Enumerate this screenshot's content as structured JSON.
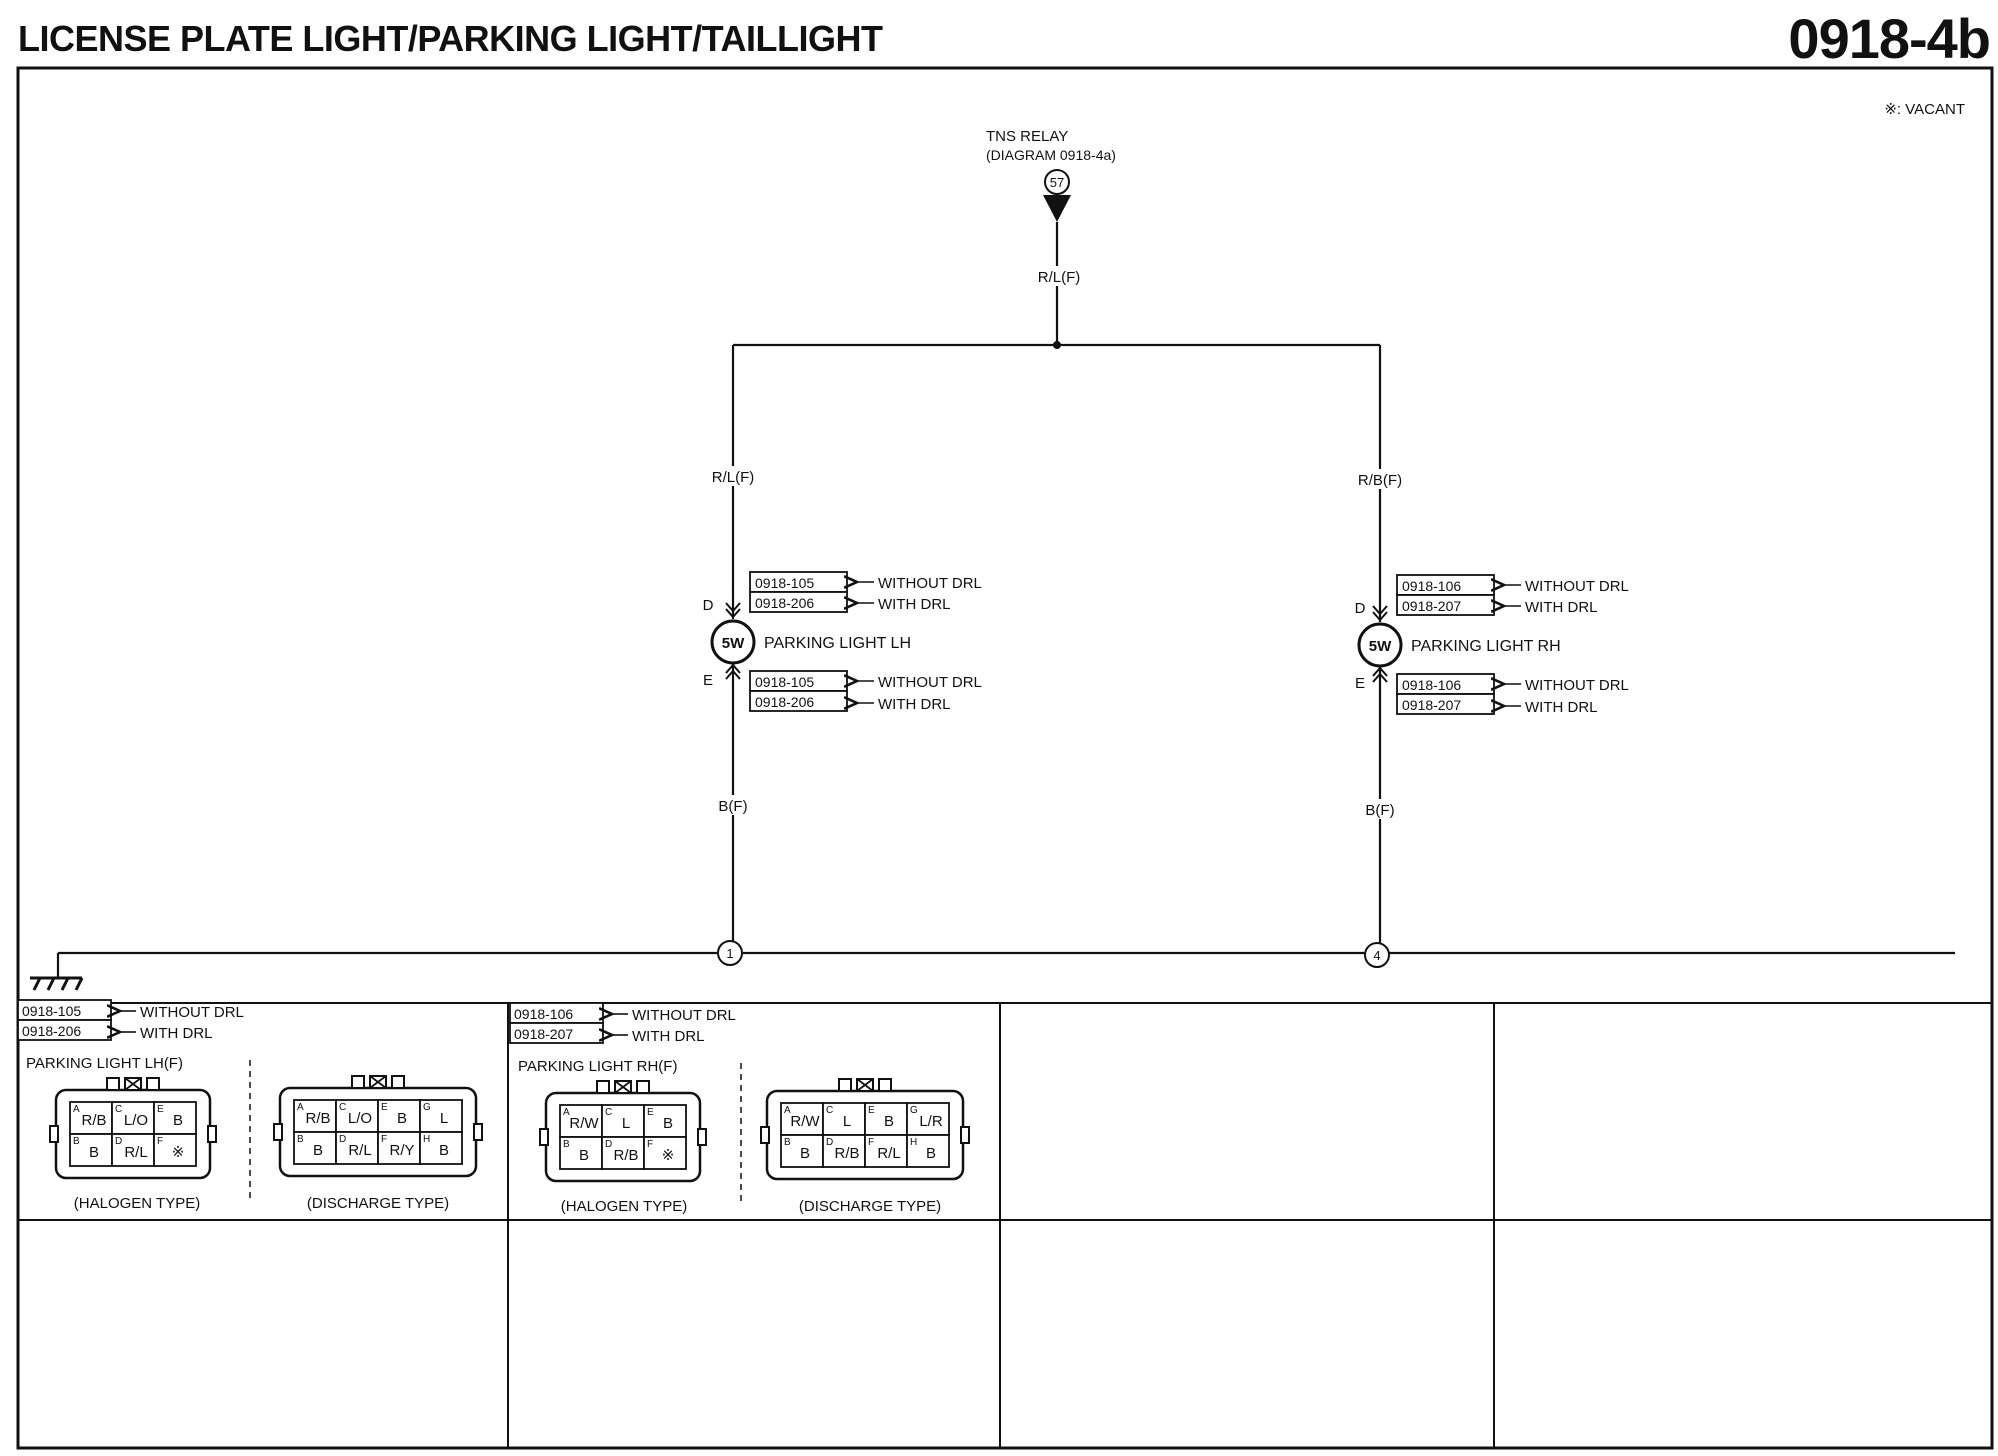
{
  "page": {
    "title": "LICENSE PLATE LIGHT/PARKING LIGHT/TAILLIGHT",
    "code": "0918-4b",
    "legend_vacant": "※: VACANT"
  },
  "relay": {
    "name": "TNS RELAY",
    "ref": "(DIAGRAM 0918-4a)",
    "terminal": "57",
    "wire": "R/L(F)"
  },
  "left": {
    "wire_top": "R/L(F)",
    "wire_bottom": "B(F)",
    "term_top": "D",
    "term_bottom": "E",
    "bulb": "5W",
    "name": "PARKING LIGHT LH",
    "ground": "1",
    "conn1": "0918-105",
    "conn2": "0918-206",
    "note1": "WITHOUT DRL",
    "note2": "WITH DRL"
  },
  "right": {
    "wire_top": "R/B(F)",
    "wire_bottom": "B(F)",
    "term_top": "D",
    "term_bottom": "E",
    "bulb": "5W",
    "name": "PARKING LIGHT RH",
    "ground": "4",
    "conn1": "0918-106",
    "conn2": "0918-207",
    "note1": "WITHOUT DRL",
    "note2": "WITH DRL"
  },
  "panel_lh": {
    "conn1": "0918-105",
    "conn2": "0918-206",
    "note1": "WITHOUT DRL",
    "note2": "WITH DRL",
    "title": "PARKING LIGHT LH(F)",
    "halogen": {
      "label": "(HALOGEN TYPE)",
      "pins": [
        {
          "letter": "A",
          "wire": "R/B"
        },
        {
          "letter": "C",
          "wire": "L/O"
        },
        {
          "letter": "E",
          "wire": "B"
        },
        {
          "letter": "B",
          "wire": "B"
        },
        {
          "letter": "D",
          "wire": "R/L"
        },
        {
          "letter": "F",
          "wire": "※"
        }
      ]
    },
    "discharge": {
      "label": "(DISCHARGE TYPE)",
      "pins": [
        {
          "letter": "A",
          "wire": "R/B"
        },
        {
          "letter": "C",
          "wire": "L/O"
        },
        {
          "letter": "E",
          "wire": "B"
        },
        {
          "letter": "G",
          "wire": "L"
        },
        {
          "letter": "B",
          "wire": "B"
        },
        {
          "letter": "D",
          "wire": "R/L"
        },
        {
          "letter": "F",
          "wire": "R/Y"
        },
        {
          "letter": "H",
          "wire": "B"
        }
      ]
    }
  },
  "panel_rh": {
    "conn1": "0918-106",
    "conn2": "0918-207",
    "note1": "WITHOUT DRL",
    "note2": "WITH DRL",
    "title": "PARKING LIGHT RH(F)",
    "halogen": {
      "label": "(HALOGEN TYPE)",
      "pins": [
        {
          "letter": "A",
          "wire": "R/W"
        },
        {
          "letter": "C",
          "wire": "L"
        },
        {
          "letter": "E",
          "wire": "B"
        },
        {
          "letter": "B",
          "wire": "B"
        },
        {
          "letter": "D",
          "wire": "R/B"
        },
        {
          "letter": "F",
          "wire": "※"
        }
      ]
    },
    "discharge": {
      "label": "(DISCHARGE TYPE)",
      "pins": [
        {
          "letter": "A",
          "wire": "R/W"
        },
        {
          "letter": "C",
          "wire": "L"
        },
        {
          "letter": "E",
          "wire": "B"
        },
        {
          "letter": "G",
          "wire": "L/R"
        },
        {
          "letter": "B",
          "wire": "B"
        },
        {
          "letter": "D",
          "wire": "R/B"
        },
        {
          "letter": "F",
          "wire": "R/L"
        },
        {
          "letter": "H",
          "wire": "B"
        }
      ]
    }
  }
}
